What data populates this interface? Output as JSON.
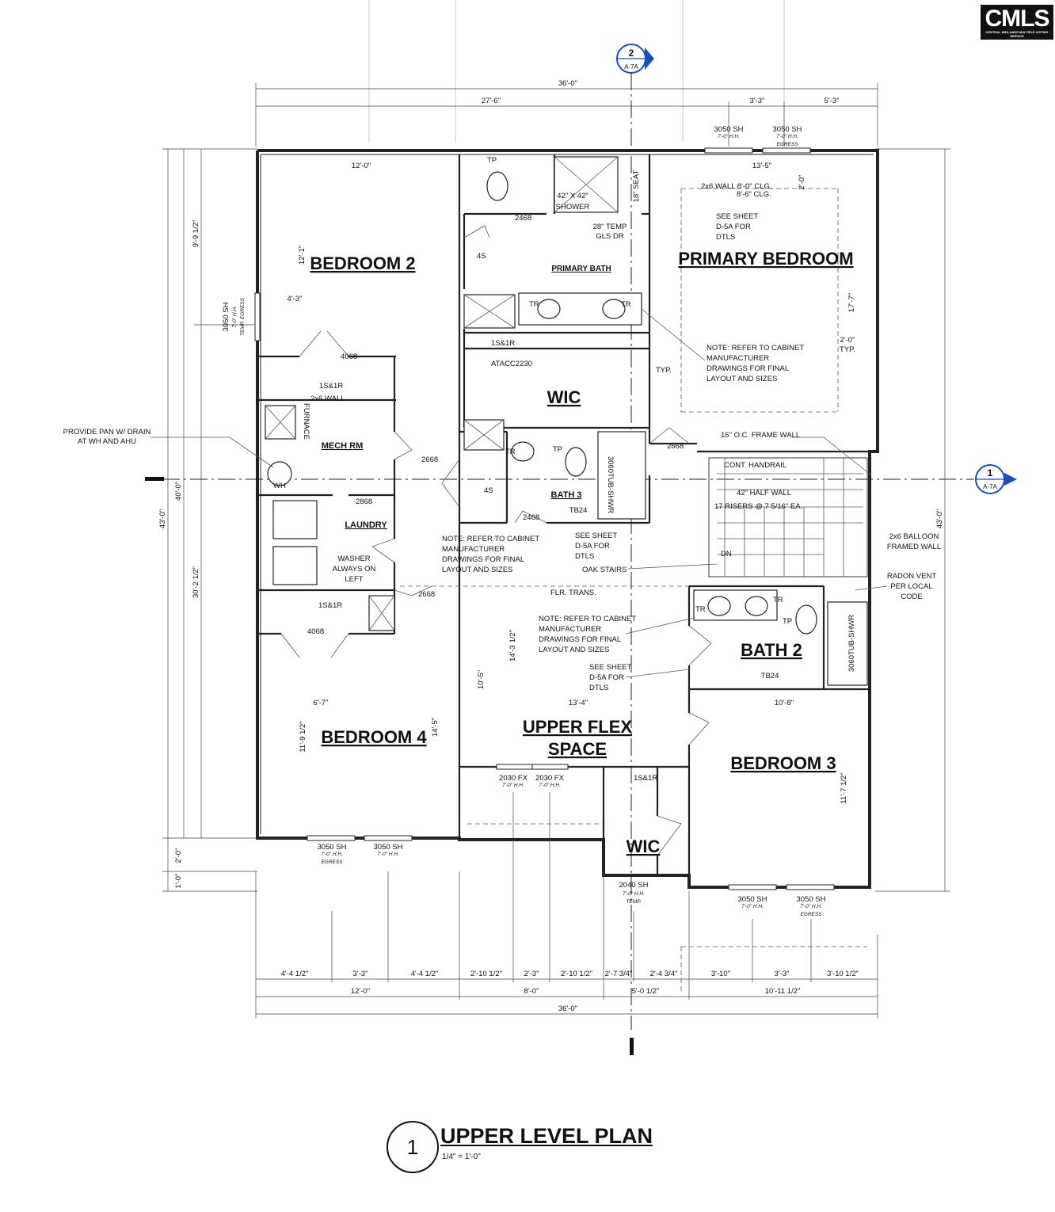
{
  "logo": {
    "text": "CMLS",
    "subtext": "CENTRAL MIDLANDS MULTIPLE LISTING SERVICE"
  },
  "title_block": {
    "number": "1",
    "title": "UPPER LEVEL PLAN",
    "scale": "1/4\" = 1'-0\""
  },
  "section_markers": [
    {
      "number": "2",
      "sheet": "A-7A"
    },
    {
      "number": "1",
      "sheet": "A-7A"
    }
  ],
  "rooms": {
    "bedroom2": "BEDROOM 2",
    "primary_bedroom": "PRIMARY BEDROOM",
    "primary_bath": "PRIMARY BATH",
    "wic_primary": "WIC",
    "mech_rm": "MECH RM",
    "laundry": "LAUNDRY",
    "bath3": "BATH 3",
    "bath2": "BATH 2",
    "bedroom4": "BEDROOM 4",
    "upper_flex_1": "UPPER FLEX",
    "upper_flex_2": "SPACE",
    "bedroom3": "BEDROOM 3",
    "wic_small": "WIC"
  },
  "windows": {
    "top1": {
      "label": "3050 SH",
      "hh": "7'-0\" H.H."
    },
    "top2": {
      "label": "3050 SH",
      "hh": "7'-0\" H.H.",
      "note": "EGRESS"
    },
    "left": {
      "label": "3050 SH",
      "hh": "7'-0\" H.H.",
      "note": "TEMP. EGRESS"
    },
    "bot1": {
      "label": "3050 SH",
      "hh": "7'-0\" H.H.",
      "note": "EGRESS"
    },
    "bot2": {
      "label": "3050 SH",
      "hh": "7'-0\" H.H."
    },
    "fx1": {
      "label": "2030 FX",
      "hh": "7'-0\" H.H."
    },
    "fx2": {
      "label": "2030 FX",
      "hh": "7'-0\" H.H."
    },
    "sh2040": {
      "label": "2040 SH",
      "hh": "7'-0\" H.H.",
      "note": "TEMP."
    },
    "bot3": {
      "label": "3050 SH",
      "hh": "7'-0\" H.H."
    },
    "bot4": {
      "label": "3050 SH",
      "hh": "7'-0\" H.H.",
      "note": "EGRESS"
    }
  },
  "dims": {
    "top_overall": "36'-0\"",
    "top_left": "27'-6\"",
    "top_mid": "3'-3\"",
    "top_right": "5'-3\"",
    "bot_a": "4'-4 1/2\"",
    "bot_b": "3'-3\"",
    "bot_c": "4'-4 1/2\"",
    "bot_d": "2'-10 1/2\"",
    "bot_e": "2'-3\"",
    "bot_f": "2'-10 1/2\"",
    "bot_g": "2'-7 3/4\"",
    "bot_h": "2'-4 3/4\"",
    "bot_i": "3'-10\"",
    "bot_j": "3'-3\"",
    "bot_k": "3'-10 1/2\"",
    "bot2_a": "12'-0\"",
    "bot2_b": "8'-0\"",
    "bot2_c": "5'-0 1/2\"",
    "bot2_d": "10'-11 1/2\"",
    "bot_overall": "36'-0\"",
    "left_a": "43'-0\"",
    "left_b": "40'-0\"",
    "left_c": "9'-9 1/2\"",
    "left_d": "30'-2 1/2\"",
    "left_e": "2'-0\"",
    "left_f": "1'-0\"",
    "right_overall": "43'-0\"",
    "b2_w": "12'-0\"",
    "b2_h": "12'-1\"",
    "b2_x": "4'-3\"",
    "pb_w": "13'-5\"",
    "pb_h": "17'-7\"",
    "pb_a": "2'-0\"",
    "pb_b": "2'-0\"",
    "b4_w": "6'-7\"",
    "b4_h": "11'-9 1/2\"",
    "b4_h2": "14'-5\"",
    "fx_w": "13'-4\"",
    "fx_h": "10'-5\"",
    "fx_h2": "14'-3 1/2\"",
    "b3_w": "10'-8\"",
    "b3_h": "11'-7 1/2\""
  },
  "labels": {
    "door_2468": "2468",
    "door_2668": "2668",
    "door_2868": "2868",
    "door_4068": "4068",
    "shelf": "1S&1R",
    "shelf_4s": "4S",
    "wall_2x6": "2x6 WALL",
    "wall_2x6_clg": "2x6 WALL 8'-0\" CLG.",
    "clg_86": "8'-6\" CLG.",
    "shower": "42\" X 42\"",
    "shower2": "SHOWER",
    "seat": "18\" SEAT",
    "temp_gls": "28\" TEMP",
    "temp_gls2": "GLS DR",
    "see_sheet1": "SEE SHEET",
    "see_sheet2": "D-5A FOR",
    "see_sheet3": "DTLS",
    "cab_note1": "NOTE: REFER TO CABINET",
    "cab_note2": "MANUFACTURER",
    "cab_note3": "DRAWINGS FOR FINAL",
    "cab_note4": "LAYOUT AND SIZES",
    "atacc": "ATACC2230",
    "furnace": "FURNACE",
    "wh": "WH",
    "pan1": "PROVIDE PAN W/ DRAIN",
    "pan2": "AT WH AND AHU",
    "washer1": "WASHER",
    "washer2": "ALWAYS ON",
    "washer3": "LEFT",
    "tub": "3060TUB-SHWR",
    "tb24": "TB24",
    "tp": "TP",
    "tr": "TR",
    "frame_wall": "16\" O.C. FRAME WALL",
    "handrail": "CONT. HANDRAIL",
    "half_wall": "42\" HALF WALL",
    "risers": "17 RISERS @ 7 5/16\" EA.",
    "dn": "DN",
    "oak": "OAK STAIRS",
    "flr": "FLR. TRANS.",
    "balloon1": "2x6 BALLOON",
    "balloon2": "FRAMED WALL",
    "radon1": "RADON VENT",
    "radon2": "PER LOCAL",
    "radon3": "CODE",
    "typ": "TYP."
  }
}
